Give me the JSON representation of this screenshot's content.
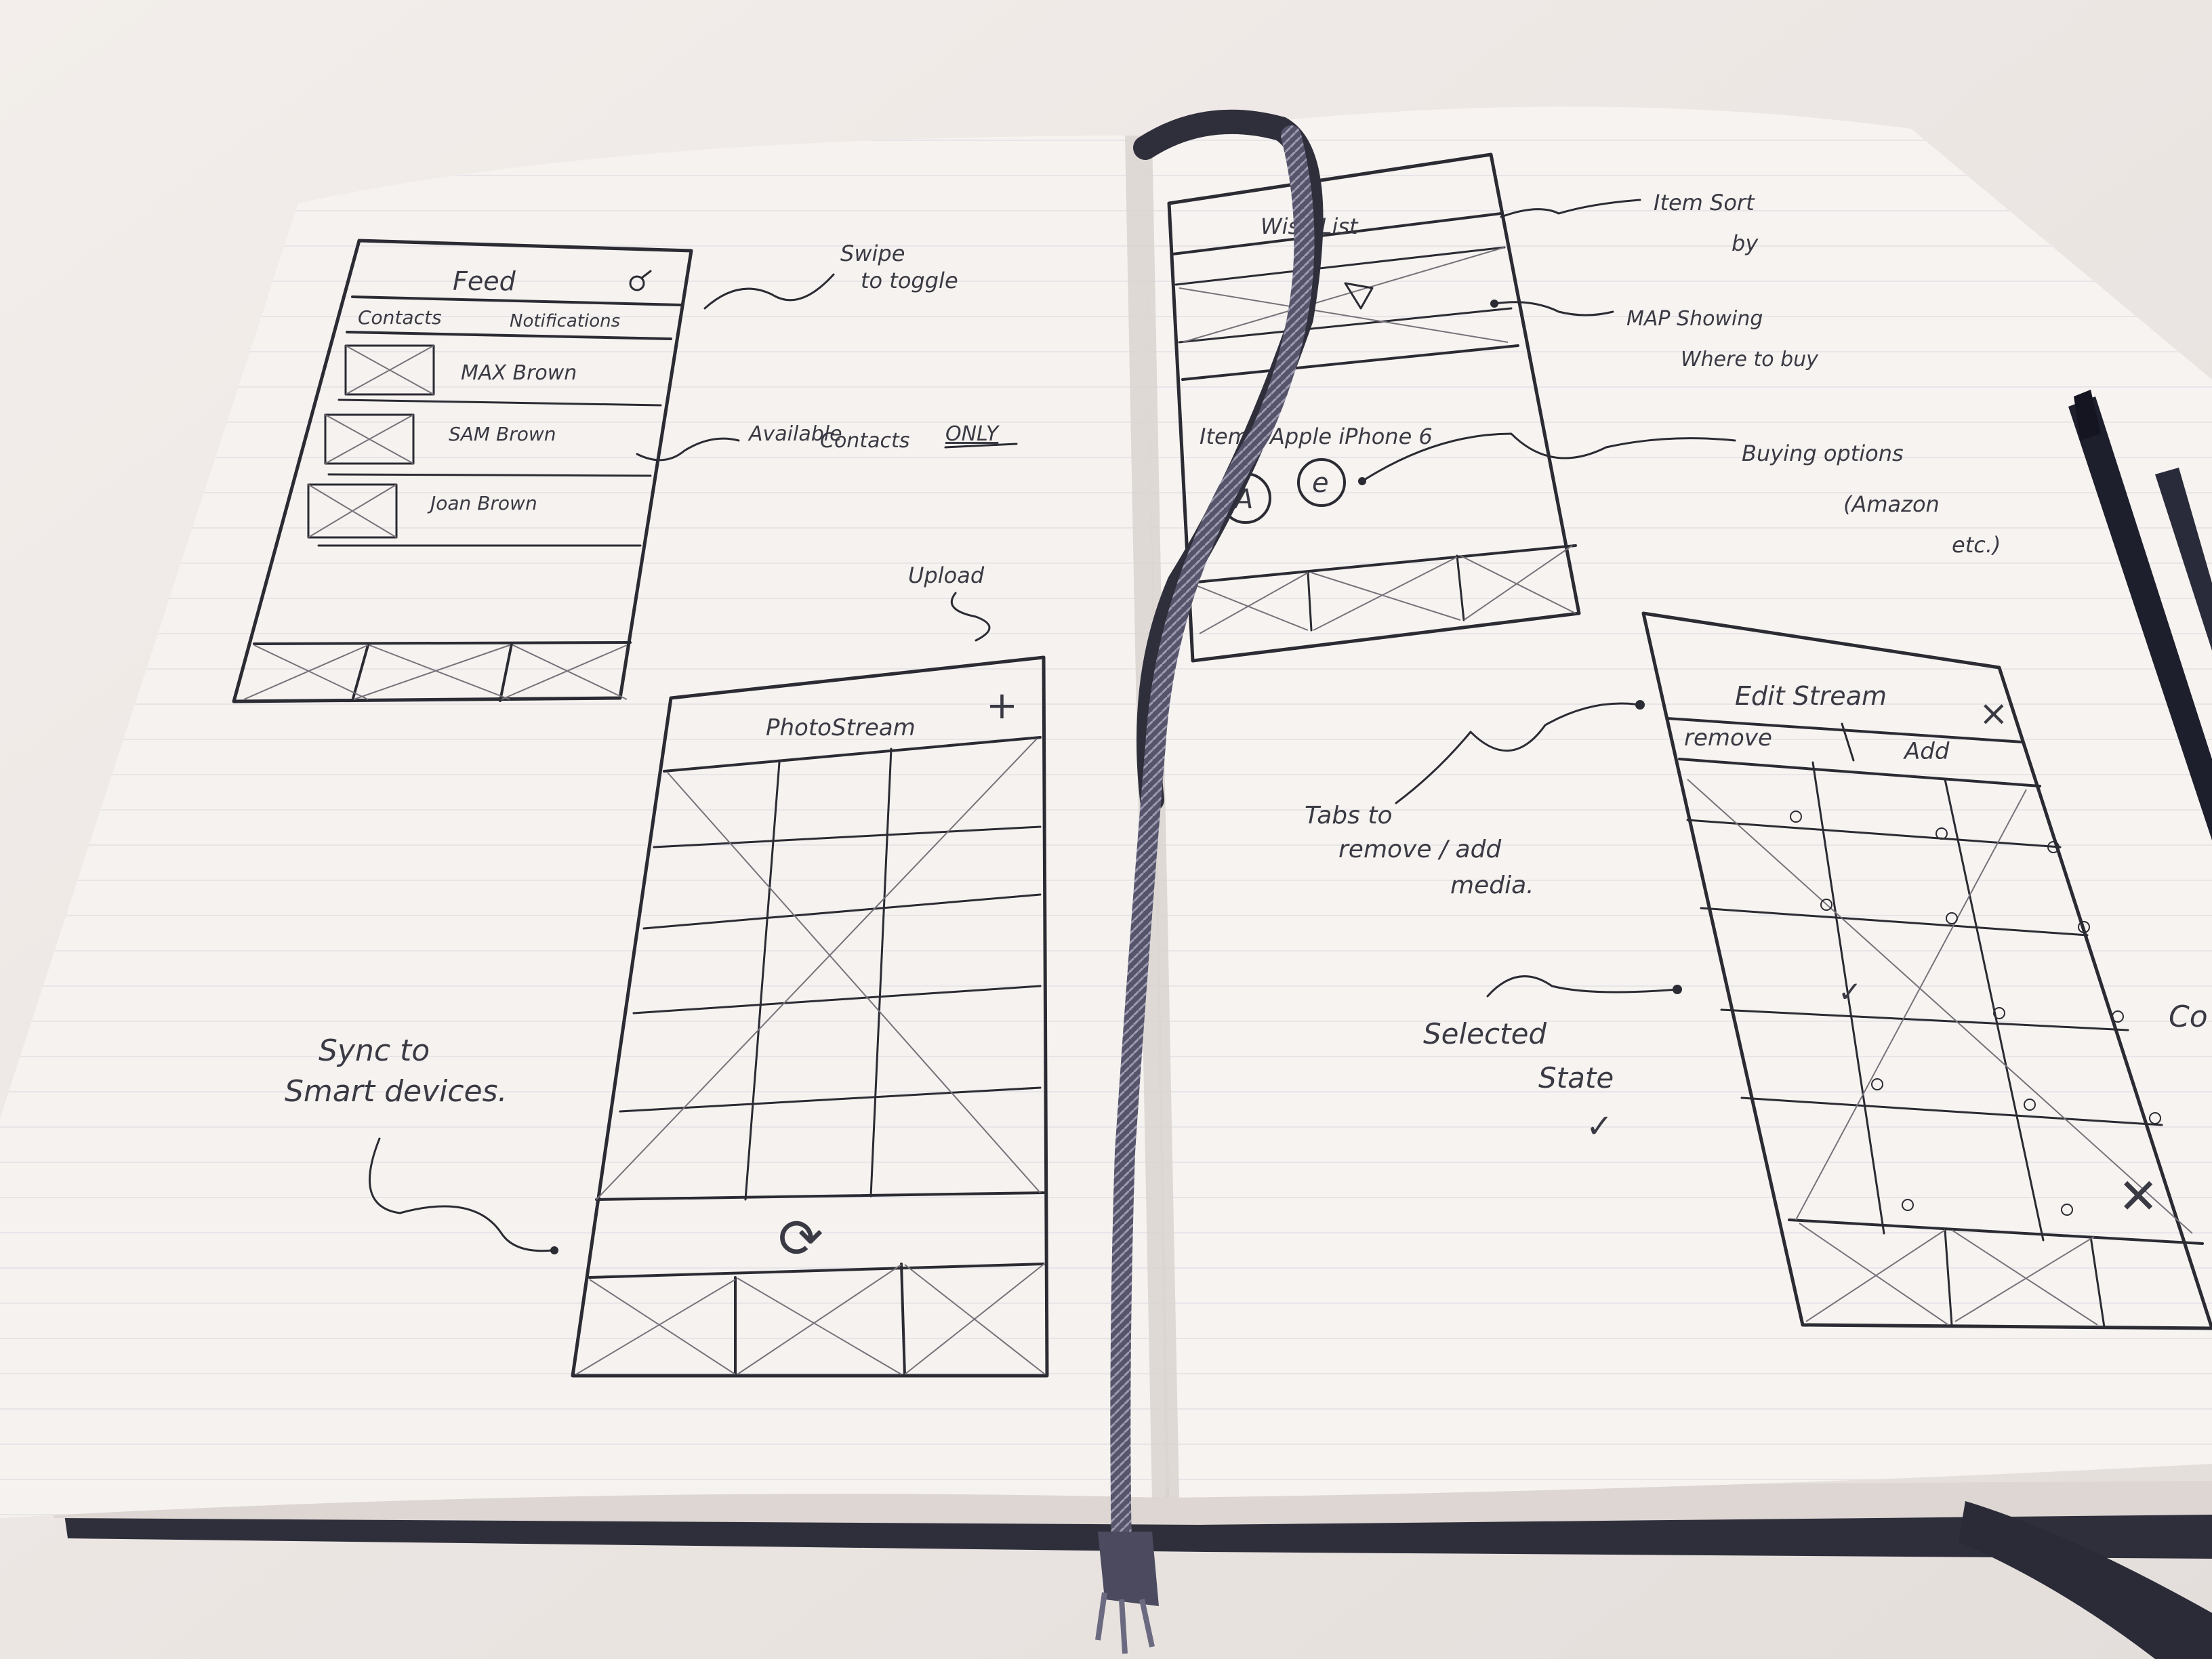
{
  "colors": {
    "paper": "#f6f2ef",
    "ink": "#2b2b33",
    "pencil": "#77727a",
    "ribbon": "#3c3d50",
    "background": "#ece7e4"
  },
  "left_page": {
    "feed_sketch": {
      "title": "Feed",
      "tabs": [
        "Contacts",
        "Notifications"
      ],
      "contacts": [
        "MAX Brown",
        "SAM Brown",
        "Joan Brown"
      ]
    },
    "notes": {
      "swipe_line1": "Swipe",
      "swipe_line2": "to toggle",
      "available_line1": "Available",
      "available_line2": "Contacts",
      "available_line3": "ONLY",
      "upload": "Upload",
      "sync_line1": "Sync to",
      "sync_line2": "Smart devices."
    },
    "photostream_sketch": {
      "title": "PhotoStream",
      "add_glyph": "+",
      "sync_glyph": "⟳"
    }
  },
  "right_page": {
    "wishlist_sketch": {
      "title": "Wish List",
      "item_line": "Item : Apple iPhone 6",
      "buy_buttons": [
        "A",
        "e"
      ]
    },
    "notes": {
      "item_sort_line1": "Item Sort",
      "item_sort_line2": "by",
      "map_line1": "MAP Showing",
      "map_line2": "Where to buy",
      "buying_line1": "Buying options",
      "buying_line2": "(Amazon",
      "buying_line3": "etc.)",
      "tabs_line1": "Tabs to",
      "tabs_line2": "remove / add",
      "tabs_line3": "media.",
      "selected_line1": "Selected",
      "selected_line2": "State",
      "check_glyph": "✓",
      "edge_text": "Co"
    },
    "edit_stream_sketch": {
      "title": "Edit Stream",
      "close_glyph": "×",
      "tabs": [
        "remove",
        "Add"
      ],
      "selected_glyph": "✓",
      "delete_glyph": "✕"
    }
  }
}
